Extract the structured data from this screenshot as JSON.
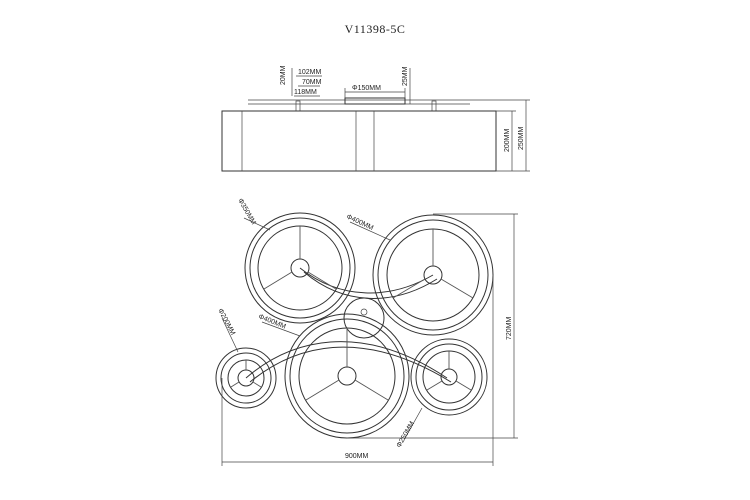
{
  "title": "V11398-5C",
  "side_view": {
    "dims": {
      "h_canopy_mm": "20MM",
      "w_arm_102": "102MM",
      "w_arm_70": "70MM",
      "w_arm_118": "118MM",
      "d_canopy": "Φ150MM",
      "h_canopy_25": "25MM",
      "h_shade": "200MM",
      "h_total": "250MM"
    }
  },
  "top_view": {
    "dims": {
      "shade_350": "Φ350MM",
      "shade_400_top": "Φ400MM",
      "shade_200": "Φ200MM",
      "shade_400_mid": "Φ400MM",
      "shade_250": "Φ250MM",
      "height_720": "720MM",
      "width_900": "900MM"
    }
  }
}
